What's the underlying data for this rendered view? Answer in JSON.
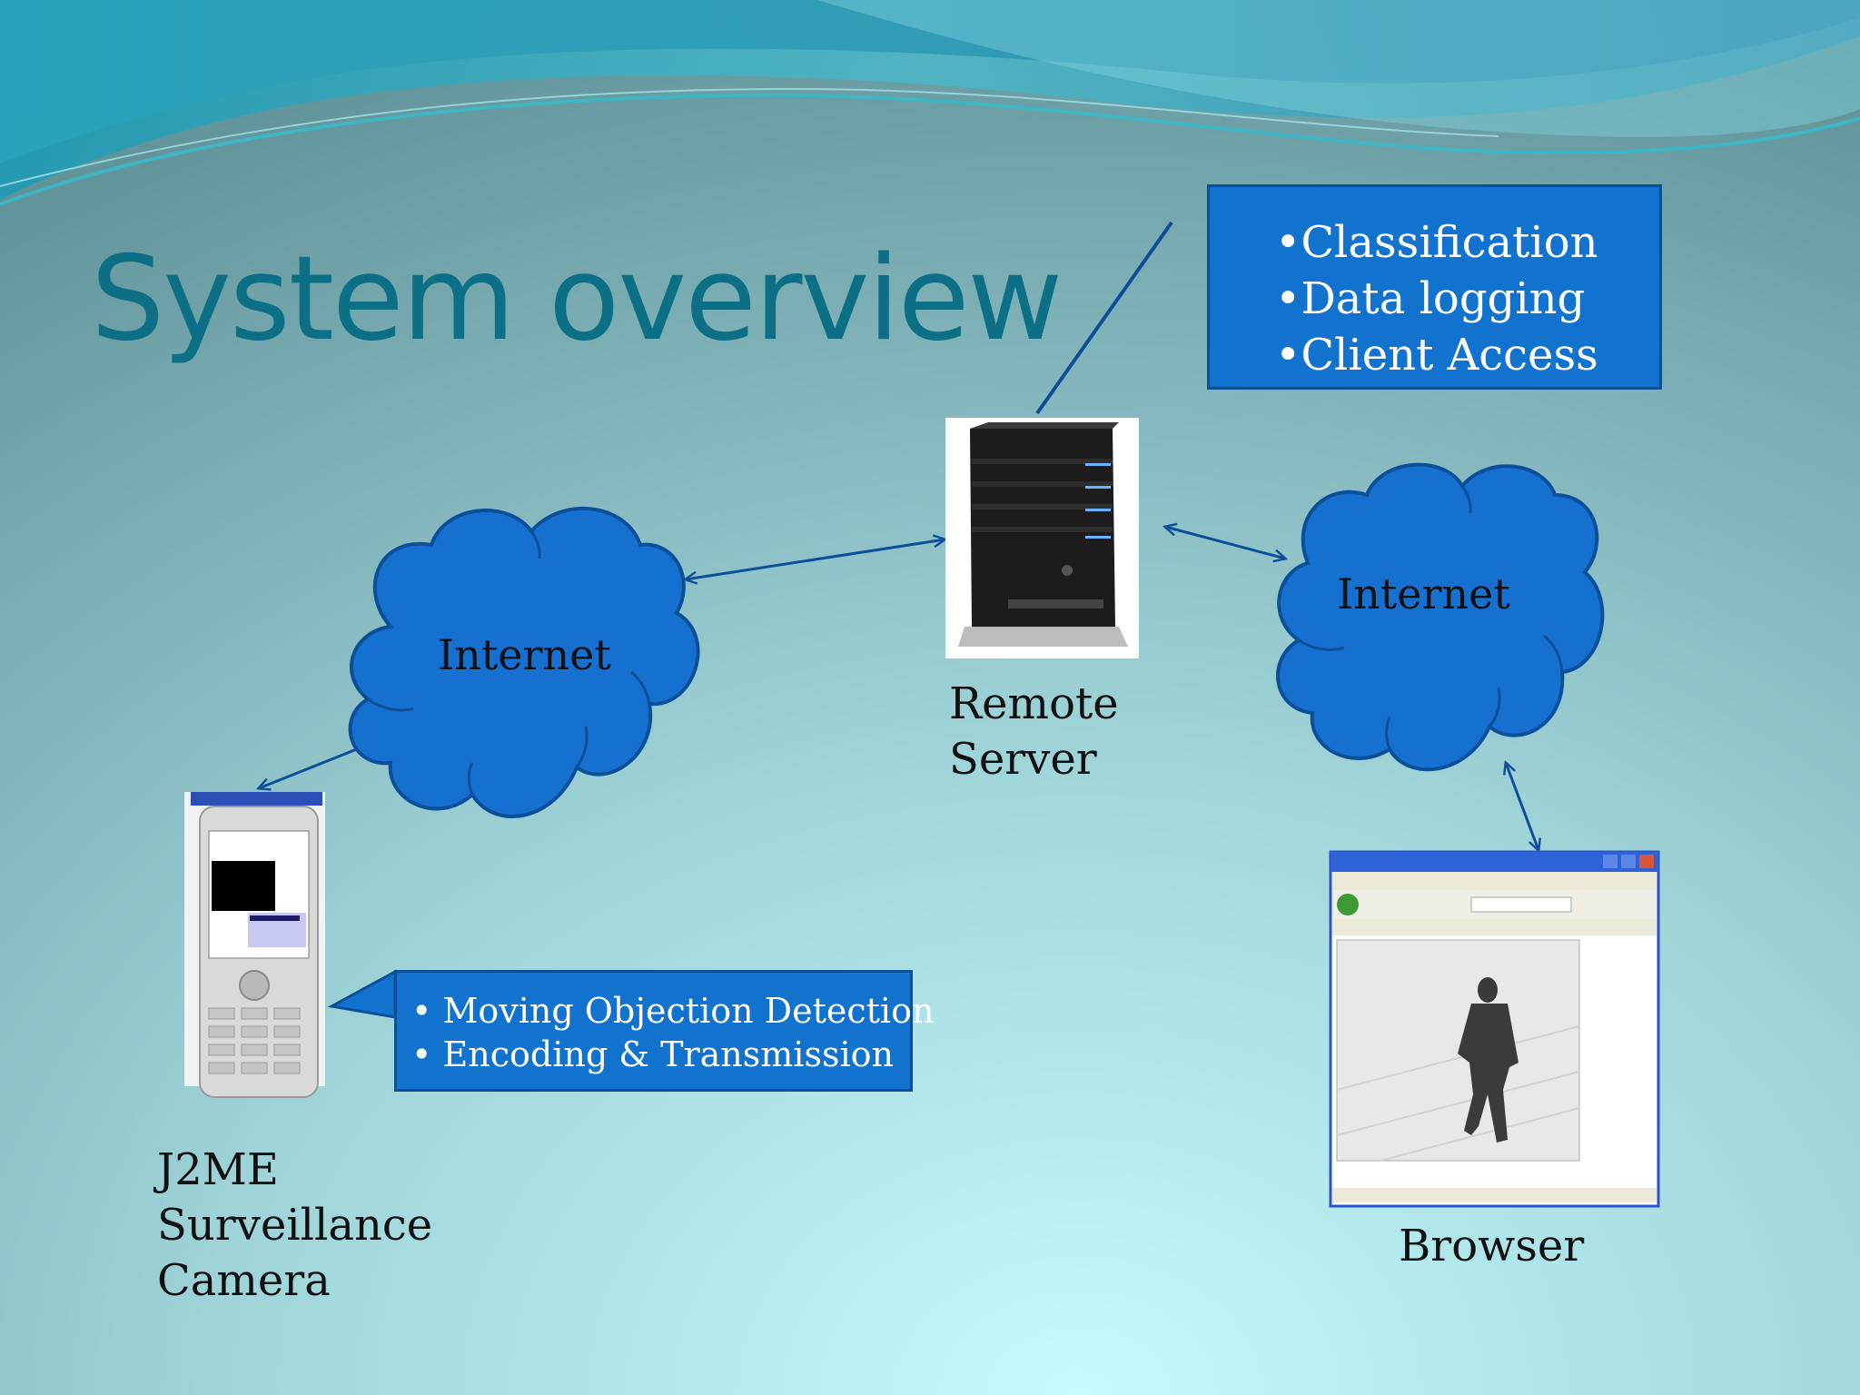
{
  "slide": {
    "title": "System overview"
  },
  "server_callout": {
    "items": [
      "•Classification",
      "•Data logging",
      "•Client Access"
    ]
  },
  "camera_callout": {
    "items": [
      "• Moving Objection Detection",
      "• Encoding & Transmission"
    ]
  },
  "clouds": {
    "left_label": "Internet",
    "right_label": "Internet"
  },
  "captions": {
    "server_line1": "Remote",
    "server_line2": "Server",
    "camera_line1": "J2ME",
    "camera_line2": "Surveillance",
    "camera_line3": "Camera",
    "browser": "Browser"
  },
  "colors": {
    "title": "#0d6f86",
    "box_fill": "#1273cf",
    "box_border": "#0c4f99",
    "arrow": "#0c4f99",
    "background_top": "#6fa3ad",
    "background_bottom": "#bff8fb"
  }
}
